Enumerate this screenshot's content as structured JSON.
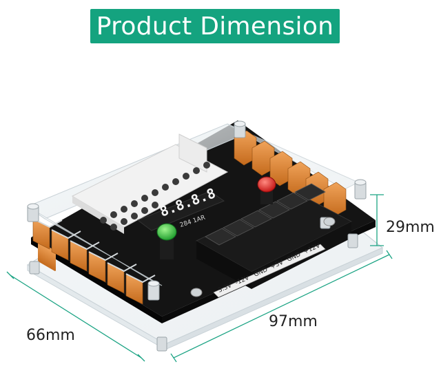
{
  "banner": {
    "title": "Product Dimension",
    "color": "#14a37f"
  },
  "dimensions": {
    "height": "29mm",
    "width": "66mm",
    "length": "97mm",
    "line_color": "#1aa383"
  },
  "board": {
    "terminal_labels": [
      "3.3V",
      "-12V",
      "GND",
      "+5V",
      "GND",
      "+12V"
    ],
    "display_caption": "284 1AR",
    "seven_segment": "8.8.8.8"
  }
}
